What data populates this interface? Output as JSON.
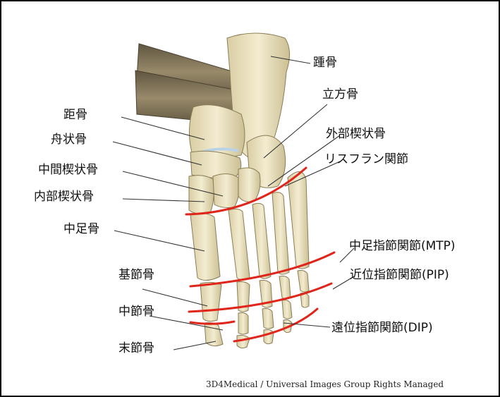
{
  "labels": {
    "calcaneus": "踵骨",
    "cuboid": "立方骨",
    "lateral_cuneiform": "外部楔状骨",
    "lisfranc": "リスフラン関節",
    "talus": "距骨",
    "navicular": "舟状骨",
    "intermediate_cuneiform": "中間楔状骨",
    "medial_cuneiform": "内部楔状骨",
    "metatarsal": "中足骨",
    "mtp": "中足指節関節(MTP)",
    "pip": "近位指節関節(PIP)",
    "proximal_phalanx": "基節骨",
    "middle_phalanx": "中節骨",
    "dip": "遠位指節関節(DIP)",
    "distal_phalanx": "末節骨"
  },
  "credit": "3D4Medical / Universal Images Group Rights Managed",
  "colors": {
    "bone": "#ece3c0",
    "bone_shade": "#cfc296",
    "bone_outline": "#8a7d55",
    "joint_line": "#e0251b",
    "leader": "#333333",
    "tibia": "#7a6e55",
    "cartilage": "#b9d2e6"
  }
}
